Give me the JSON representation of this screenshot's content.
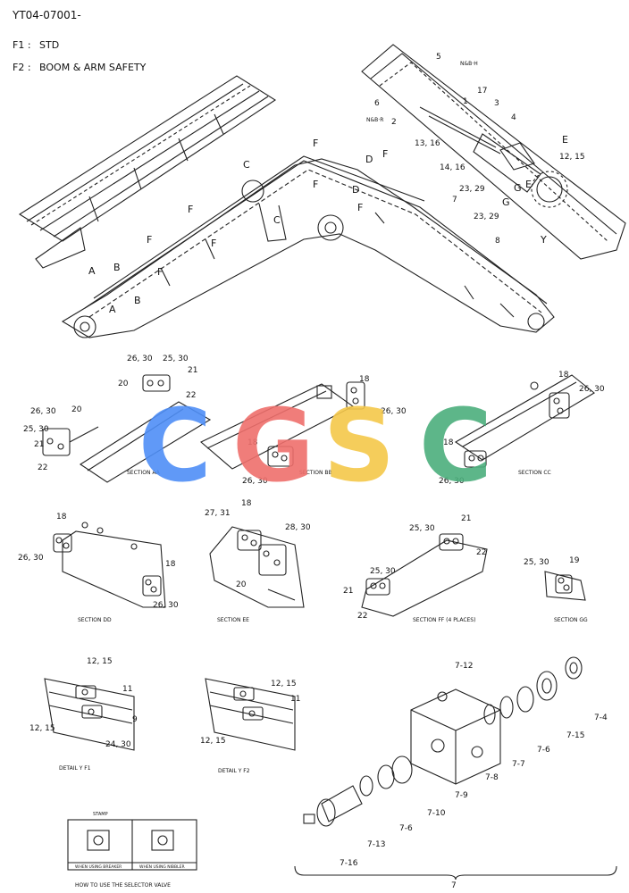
{
  "header": {
    "part_code": "YT04-07001-",
    "legend": [
      {
        "key": "F1 :",
        "text": "STD"
      },
      {
        "key": "F2 :",
        "text": "BOOM & ARM SAFETY"
      }
    ]
  },
  "boom_callouts": {
    "n5": "5",
    "n6": "6",
    "nbh": "N&B·H",
    "nbr": "N&B·R",
    "n2": "2",
    "n1": "1",
    "n17": "17",
    "n3": "3",
    "n4": "4",
    "n1316": "13, 16",
    "n1416": "14, 16",
    "n2329a": "23, 29",
    "n2329b": "23, 29",
    "n7": "7",
    "n8": "8",
    "n1215": "12, 15",
    "vA1": "A",
    "vA2": "A",
    "vB1": "B",
    "vB2": "B",
    "vC1": "C",
    "vC2": "C",
    "vD1": "D",
    "vD2": "D",
    "vE1": "E",
    "vE2": "E",
    "vG1": "G",
    "vG2": "G",
    "vF1": "F",
    "vF2": "F",
    "vF3": "F",
    "vF4": "F",
    "vF5": "F",
    "vF6": "F",
    "vF7": "F",
    "vF8": "F",
    "vY": "Y"
  },
  "sections": {
    "aa": {
      "caption": "SECTION AA",
      "l1": "26, 30",
      "l2": "25, 30",
      "l3": "21",
      "l4": "20",
      "l5": "22",
      "l6": "26, 30",
      "l7": "20",
      "l8": "25, 30",
      "l9": "21",
      "l10": "22"
    },
    "bb": {
      "caption": "SECTION BB",
      "l1": "18",
      "l2": "26, 30",
      "l3": "18",
      "l4": "26, 30"
    },
    "cc": {
      "caption": "SECTION CC",
      "l1": "18",
      "l2": "26, 30",
      "l3": "18",
      "l4": "26, 30"
    },
    "dd": {
      "caption": "SECTION DD",
      "l1": "18",
      "l2": "26, 30",
      "l3": "18",
      "l4": "26, 30"
    },
    "ee": {
      "caption": "SECTION EE",
      "l1": "27, 31",
      "l2": "18",
      "l3": "28, 30",
      "l4": "20"
    },
    "ff": {
      "caption": "SECTION FF (4 PLACES)",
      "l1": "21",
      "l2": "25, 30",
      "l3": "22",
      "l4": "25, 30",
      "l5": "21",
      "l6": "22"
    },
    "gg": {
      "caption": "SECTION GG",
      "l1": "25, 30",
      "l2": "19"
    }
  },
  "details": {
    "f1": {
      "caption": "DETAIL Y  F1",
      "l1": "12, 15",
      "l2": "11",
      "l3": "9",
      "l4": "12, 15",
      "l5": "24, 30"
    },
    "f2": {
      "caption": "DETAIL Y  F2",
      "l1": "12, 15",
      "l2": "11",
      "l3": "12, 15"
    }
  },
  "valve": {
    "n712": "7-12",
    "n74": "7-4",
    "n715": "7-15",
    "n76": "7-6",
    "n77": "7-7",
    "n78": "7-8",
    "n79": "7-9",
    "n710": "7-10",
    "n76b": "7-6",
    "n713": "7-13",
    "n716": "7-16",
    "n7": "7"
  },
  "selector": {
    "title": "HOW TO USE THE SELECTOR VALVE",
    "stamp": "STAMP",
    "left": "WHEN USING BREAKER",
    "right": "WHEN USING NIBBLER"
  },
  "watermark": {
    "letters": [
      "C",
      "G",
      "S",
      "C"
    ],
    "colors": [
      "#4f8ff7",
      "#ef6f6c",
      "#f5c84a",
      "#4caf7d"
    ]
  }
}
